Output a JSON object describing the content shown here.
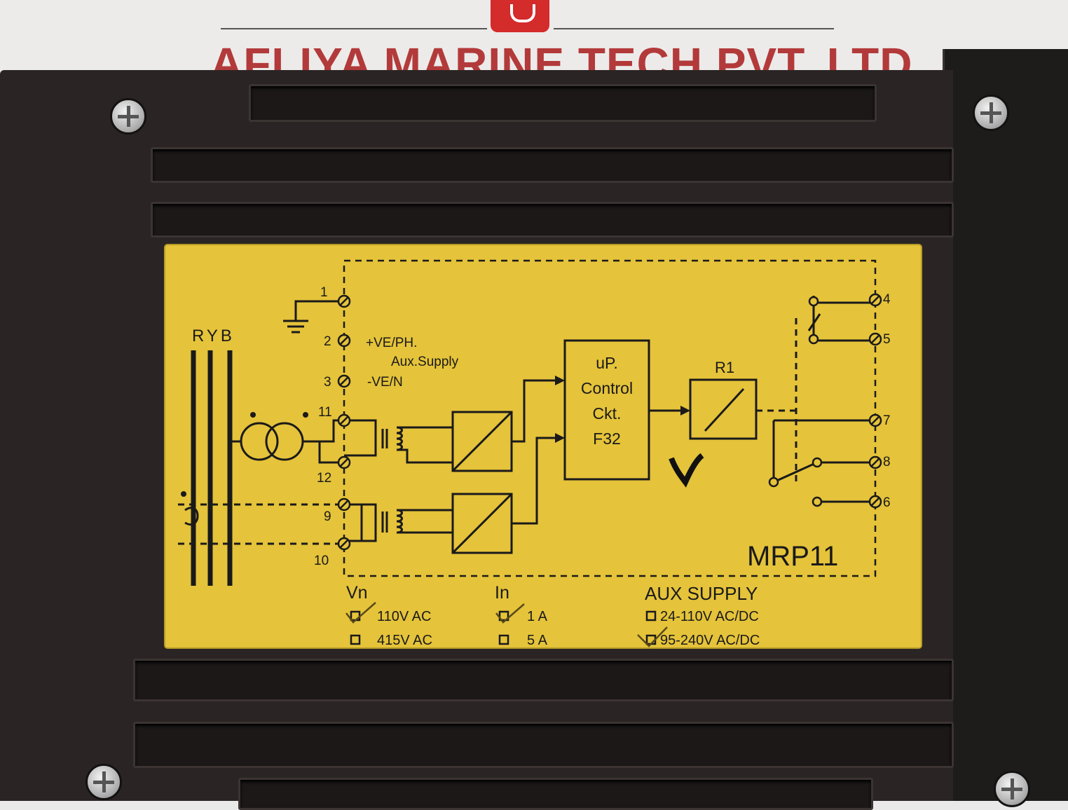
{
  "watermark": {
    "text": "AFLIYA MARINE TECH PVT. LTD."
  },
  "label": {
    "phases": "RYB",
    "terminals": {
      "t1": "1",
      "t2": "2",
      "t3": "3",
      "t11": "11",
      "t12": "12",
      "t9": "9",
      "t10": "10",
      "t4": "4",
      "t5": "5",
      "t7": "7",
      "t8": "8",
      "t6": "6"
    },
    "supply": {
      "pos": "+VE/PH.",
      "aux": "Aux.Supply",
      "neg": "-VE/N"
    },
    "control_block": [
      "uP.",
      "Control",
      "Ckt.",
      "F32"
    ],
    "relay": "R1",
    "model": "MRP11",
    "options": {
      "vn": {
        "title": "Vn",
        "opt1": "110V AC",
        "opt2": "415V AC"
      },
      "in": {
        "title": "In",
        "opt1": "1 A",
        "opt2": "5 A"
      },
      "aux": {
        "title": "AUX SUPPLY",
        "opt1": "24-110V AC/DC",
        "opt2": "95-240V AC/DC"
      }
    }
  },
  "colors": {
    "label": "#e5c33a",
    "housing": "#2a2524",
    "ink": "#1a1a1a"
  }
}
